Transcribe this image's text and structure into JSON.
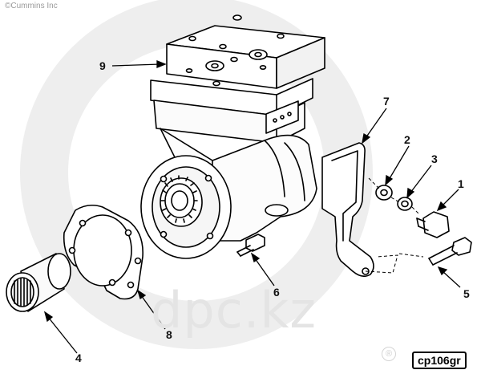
{
  "copyright": "©Cummins Inc",
  "watermark": "dpc.kz",
  "diagram_code": "cp106gr",
  "registered_mark": "®",
  "callouts": {
    "c1": "1",
    "c2": "2",
    "c3": "3",
    "c4": "4",
    "c5": "5",
    "c6": "6",
    "c7": "7",
    "c8": "8",
    "c9": "9"
  },
  "colors": {
    "line": "#000000",
    "background": "#ffffff",
    "watermark": "#e4e4e4"
  }
}
